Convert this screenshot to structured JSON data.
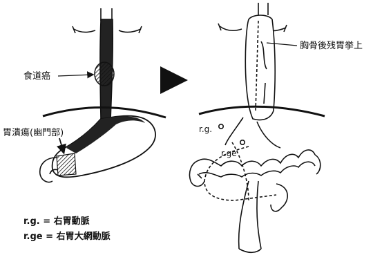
{
  "labels": {
    "esophageal_cancer": "食道癌",
    "gastric_ulcer": "胃潰瘍(幽門部)",
    "retrosternal_lift": "胸骨後残胃挙上",
    "rg_short": "r.g.",
    "rge_short": "r.ge"
  },
  "legend": [
    {
      "text": "r.g. = 右胃動脈"
    },
    {
      "text": "r.ge = 右胃大網動脈"
    }
  ],
  "colors": {
    "ink": "#111111",
    "paper": "#ffffff"
  }
}
